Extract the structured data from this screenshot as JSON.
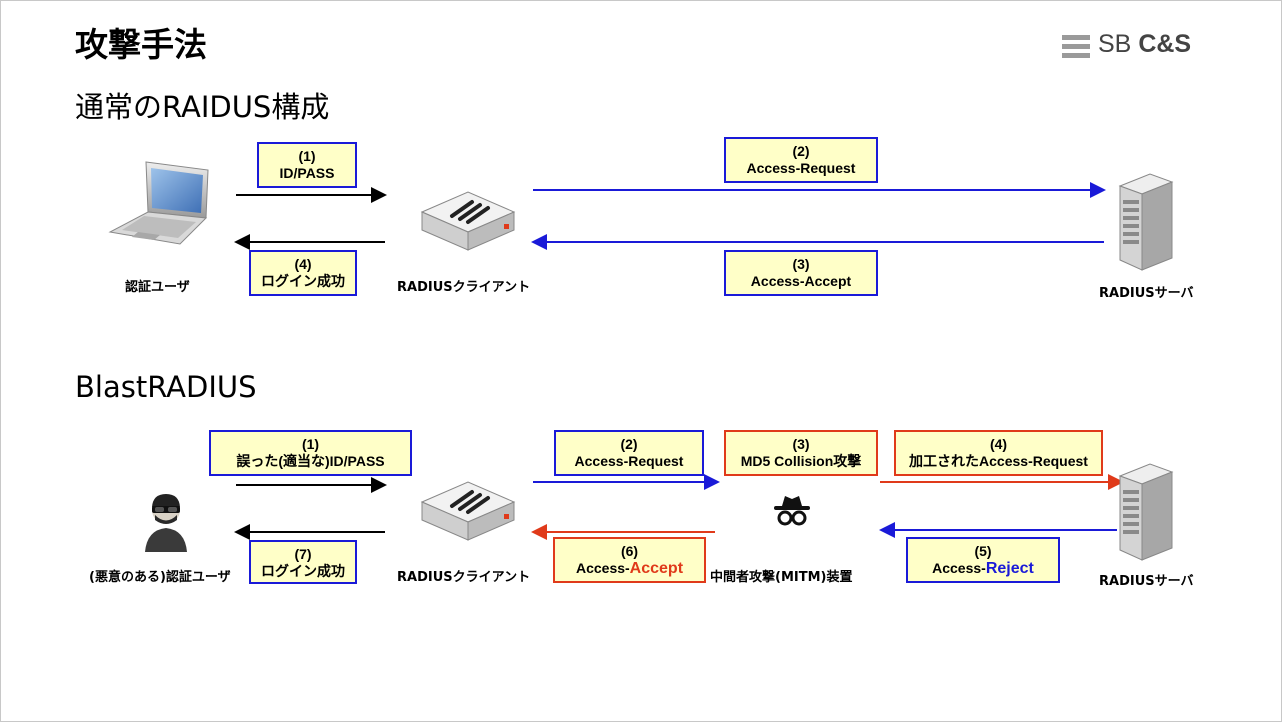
{
  "title": "攻撃手法",
  "logo": {
    "sb": "SB",
    "cs": "C&S"
  },
  "normal": {
    "heading": "通常のRAIDUS構成",
    "nodes": {
      "user": "認証ユーザ",
      "client": "RADIUSクライアント",
      "server": "RADIUSサーバ"
    },
    "steps": [
      {
        "num": "(1)",
        "text": "ID/PASS"
      },
      {
        "num": "(2)",
        "text": "Access-Request"
      },
      {
        "num": "(3)",
        "text": "Access-Accept"
      },
      {
        "num": "(4)",
        "text": "ログイン成功"
      }
    ]
  },
  "blast": {
    "heading": "BlastRADIUS",
    "nodes": {
      "user": "(悪意のある)認証ユーザ",
      "client": "RADIUSクライアント",
      "mitm": "中間者攻撃(MITM)装置",
      "server": "RADIUSサーバ"
    },
    "steps": [
      {
        "num": "(1)",
        "text": "誤った(適当な)ID/PASS"
      },
      {
        "num": "(2)",
        "text": "Access-Request"
      },
      {
        "num": "(3)",
        "text": "MD5 Collision攻撃"
      },
      {
        "num": "(4)",
        "text": "加工されたAccess-Request"
      },
      {
        "num": "(5)",
        "prefix": "Access-",
        "highlight": "Reject"
      },
      {
        "num": "(6)",
        "prefix": "Access-",
        "highlight": "Accept"
      },
      {
        "num": "(7)",
        "text": "ログイン成功"
      }
    ]
  },
  "colors": {
    "blue": "#1a1ad8",
    "red": "#e03a1a",
    "box_fill": "#ffffc8",
    "black": "#000000"
  },
  "icons": [
    "laptop-icon",
    "router-icon",
    "server-icon",
    "hacker-icon",
    "spy-icon"
  ]
}
